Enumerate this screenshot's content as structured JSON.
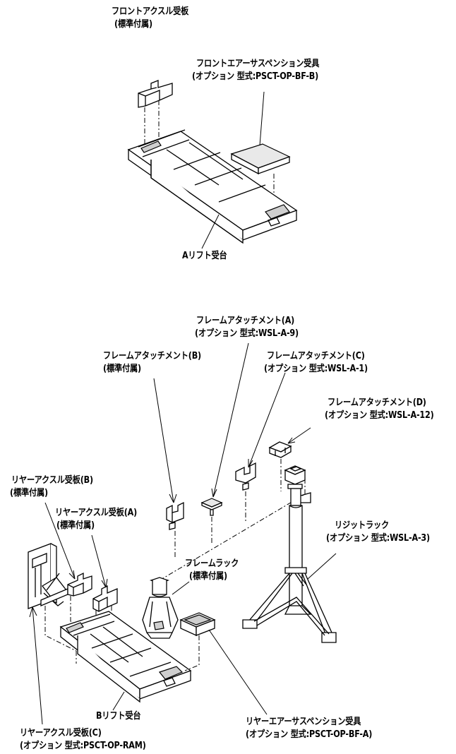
{
  "labels": {
    "front_axle_plate": "フロントアクスル受板",
    "front_axle_plate_note": "(標準付属)",
    "front_air_susp": "フロントエアーサスペンション受具",
    "front_air_susp_note": "(オプション 型式:PSCT-OP-BF-B)",
    "a_lift": "Aリフト受台",
    "frame_att_a": "フレームアタッチメント(A)",
    "frame_att_a_note": "(オプション 型式:WSL-A-9)",
    "frame_att_b": "フレームアタッチメント(B)",
    "frame_att_b_note": "(標準付属)",
    "frame_att_c": "フレームアタッチメント(C)",
    "frame_att_c_note": "(オプション 型式:WSL-A-1)",
    "frame_att_d": "フレームアタッチメント(D)",
    "frame_att_d_note": "(オプション 型式:WSL-A-12)",
    "rear_axle_b": "リヤーアクスル受板(B)",
    "rear_axle_b_note": "(標準付属)",
    "rear_axle_a": "リヤーアクスル受板(A)",
    "rear_axle_a_note": "(標準付属)",
    "rigid_rack": "リジットラック",
    "rigid_rack_note": "(オプション 型式:WSL-A-3)",
    "frame_rack": "フレームラック",
    "frame_rack_note": "(標準付属)",
    "b_lift": "Bリフト受台",
    "rear_air_susp": "リヤーエアーサスペンション受具",
    "rear_air_susp_note": "(オプション 型式:PSCT-OP-BF-A)",
    "rear_axle_c": "リヤーアクスル受板(C)",
    "rear_axle_c_note": "(オプション 型式:PSCT-OP-RAM)"
  }
}
